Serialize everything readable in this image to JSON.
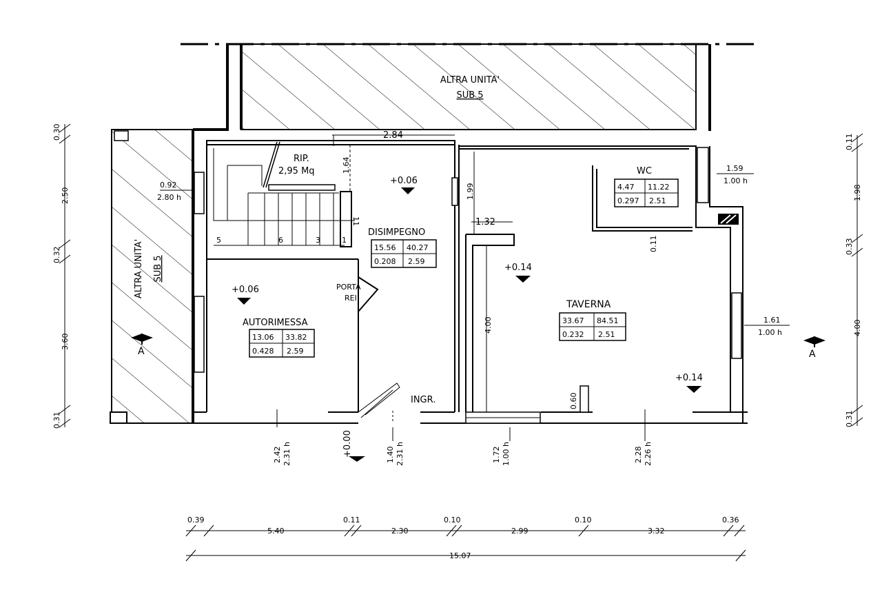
{
  "plan": {
    "hatched_units": [
      {
        "line1": "ALTRA UNITA'",
        "line2": "SUB 5"
      },
      {
        "line1": "ALTRA UNITA'",
        "line2": "SUB 5"
      }
    ],
    "rooms": [
      {
        "name": "RIP.",
        "area_text": "2,95 Mq"
      },
      {
        "name": "DISIMPEGNO",
        "level": "+0.06",
        "table": [
          "15.56",
          "40.27",
          "0.208",
          "2.59"
        ]
      },
      {
        "name": "AUTORIMESSA",
        "level": "+0.06",
        "table": [
          "13.06",
          "33.82",
          "0.428",
          "2.59"
        ]
      },
      {
        "name": "TAVERNA",
        "level": "+0.14",
        "level2": "+0.14",
        "table": [
          "33.67",
          "84.51",
          "0.232",
          "2.51"
        ]
      },
      {
        "name": "WC",
        "table": [
          "4.47",
          "11.22",
          "0.297",
          "2.51"
        ]
      }
    ],
    "labels": {
      "porta_1": "PORTA",
      "porta_2": "REI",
      "ingr": "INGR.",
      "entry_level": "+0.00",
      "section_mark": "A",
      "section_mark_2": "A",
      "stair_steps": [
        "5",
        "6",
        "3",
        "1",
        "11"
      ]
    },
    "dims_inner": {
      "d284": "2.84",
      "d164": "1.64",
      "d199": "1.99",
      "d132": "1.32",
      "d400": "4.00",
      "d060": "0.60",
      "d011": "0.11",
      "w092_a": "0.92",
      "w092_b": "2.80 h",
      "w159_a": "1.59",
      "w159_b": "1.00 h",
      "w161_a": "1.61",
      "w161_b": "1.00 h"
    },
    "dims_bottom_windows": [
      {
        "a": "2.42",
        "b": "2.31 h"
      },
      {
        "a": "1.40",
        "b": "2.31 h"
      },
      {
        "a": "1.72",
        "b": "1.00 h"
      },
      {
        "a": "2.28",
        "b": "2.26 h"
      }
    ],
    "dims_left": [
      "0.30",
      "2.50",
      "0.32",
      "3.60",
      "0.31"
    ],
    "dims_right": [
      "0.11",
      "1.98",
      "0.33",
      "4.00",
      "0.31"
    ],
    "dims_bottom": [
      "0.39",
      "5.40",
      "0.11",
      "2.30",
      "0.10",
      "2.99",
      "0.10",
      "3.32",
      "0.36"
    ],
    "dim_total": "15.07"
  }
}
